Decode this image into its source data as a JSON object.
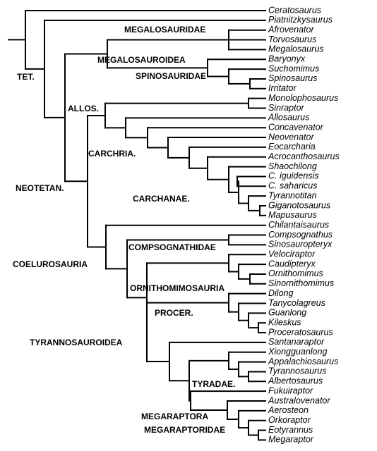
{
  "taxa": [
    "Ceratosaurus",
    "Piatnitzkysaurus",
    "Afrovenator",
    "Torvosaurus",
    "Megalosaurus",
    "Baryonyx",
    "Suchomimus",
    "Spinosaurus",
    "Irritator",
    "Monolophosaurus",
    "Sinraptor",
    "Allosaurus",
    "Concavenator",
    "Neovenator",
    "Eocarcharia",
    "Acrocanthosaurus",
    "Shaochilong",
    "C. iguidensis",
    "C. saharicus",
    "Tyrannotitan",
    "Giganotosaurus",
    "Mapusaurus",
    "Chilantaisaurus",
    "Compsognathus",
    "Sinosauropteryx",
    "Velociraptor",
    "Caudipteryx",
    "Ornithomimus",
    "Sinornithomimus",
    "Dilong",
    "Tanycolagreus",
    "Guanlong",
    "Kileskus",
    "Proceratosaurus",
    "Santanaraptor",
    "Xiongguanlong",
    "Appalachiosaurus",
    "Tyrannosaurus",
    "Albertosaurus",
    "Fukuiraptor",
    "Australovenator",
    "Aerosteon",
    "Orkoraptor",
    "Eotyrannus",
    "Megaraptor"
  ],
  "clades": {
    "megalosauridae": "MEGALOSAURIDAE",
    "megalosauroidea": "MEGALOSAUROIDEA",
    "spinosauridae": "SPINOSAURIDAE",
    "tet": "TET.",
    "allos": "ALLOS.",
    "carchria": "CARCHRIA.",
    "neotetan": "NEOTETAN.",
    "carchanae": "CARCHANAE.",
    "compsognathidae": "COMPSOGNATHIDAE",
    "coelurosauria": "COELUROSAURIA",
    "ornithomimosauria": "ORNITHOMIMOSAURIA",
    "procer": "PROCER.",
    "tyrannosauroidea": "TYRANNOSAUROIDEA",
    "tyradae": "TYRADAE.",
    "megaraptora": "MEGARAPTORA",
    "megaraptoridae": "MEGARAPTORIDAE"
  }
}
